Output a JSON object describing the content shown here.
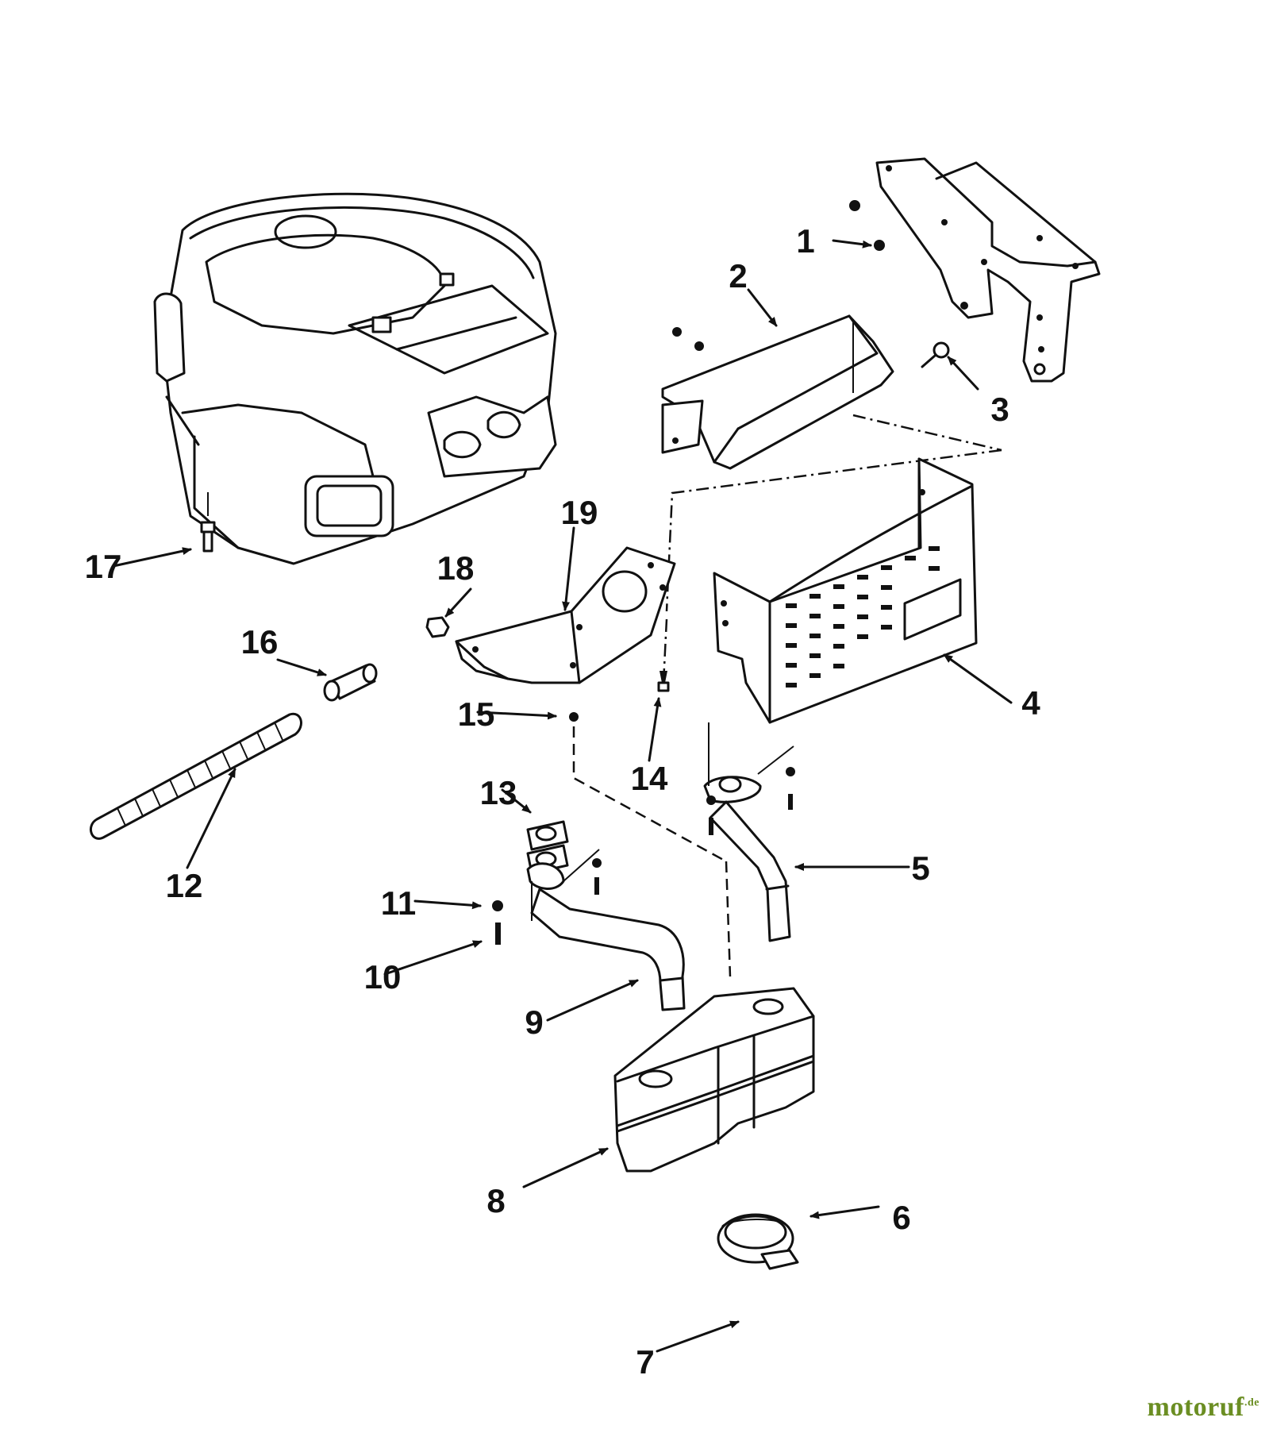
{
  "diagram": {
    "callouts": [
      {
        "id": "1",
        "label": "1"
      },
      {
        "id": "2",
        "label": "2"
      },
      {
        "id": "3",
        "label": "3"
      },
      {
        "id": "4",
        "label": "4"
      },
      {
        "id": "5",
        "label": "5"
      },
      {
        "id": "6",
        "label": "6"
      },
      {
        "id": "7",
        "label": "7"
      },
      {
        "id": "8",
        "label": "8"
      },
      {
        "id": "9",
        "label": "9"
      },
      {
        "id": "10",
        "label": "10"
      },
      {
        "id": "11",
        "label": "11"
      },
      {
        "id": "12",
        "label": "12"
      },
      {
        "id": "13",
        "label": "13"
      },
      {
        "id": "14",
        "label": "14"
      },
      {
        "id": "15",
        "label": "15"
      },
      {
        "id": "16",
        "label": "16"
      },
      {
        "id": "17",
        "label": "17"
      },
      {
        "id": "18",
        "label": "18"
      },
      {
        "id": "19",
        "label": "19"
      }
    ]
  },
  "watermark": {
    "name": "motoruf",
    "tld": ".de"
  }
}
